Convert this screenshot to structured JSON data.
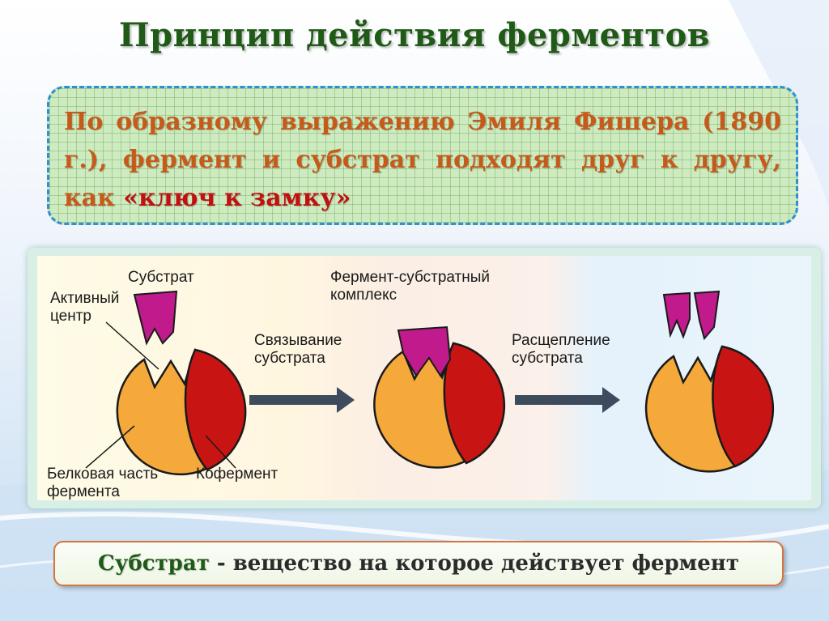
{
  "title": "Принцип действия ферментов",
  "quote": {
    "text": "По образному выражению Эмиля Фишера (1890 г.), фермент и субстрат подходят друг к другу, как ",
    "highlight": "«ключ к замку»"
  },
  "diagram": {
    "labels": {
      "substrate": "Субстрат",
      "active_center_line1": "Активный",
      "active_center_line2": "центр",
      "complex_line1": "Фермент-субстратный",
      "complex_line2": "комплекс",
      "binding_line1": "Связывание",
      "binding_line2": "субстрата",
      "cleavage_line1": "Расщепление",
      "cleavage_line2": "субстрата",
      "protein_part_line1": "Белковая часть",
      "protein_part_line2": "фермента",
      "coenzyme": "Кофермент"
    },
    "colors": {
      "protein": "#f4a93a",
      "coenzyme": "#c91414",
      "substrate": "#c01a8c",
      "arrow": "#3d4b5c"
    }
  },
  "definition": {
    "term": "Субстрат",
    "rest": " - вещество  на которое действует  фермент"
  }
}
